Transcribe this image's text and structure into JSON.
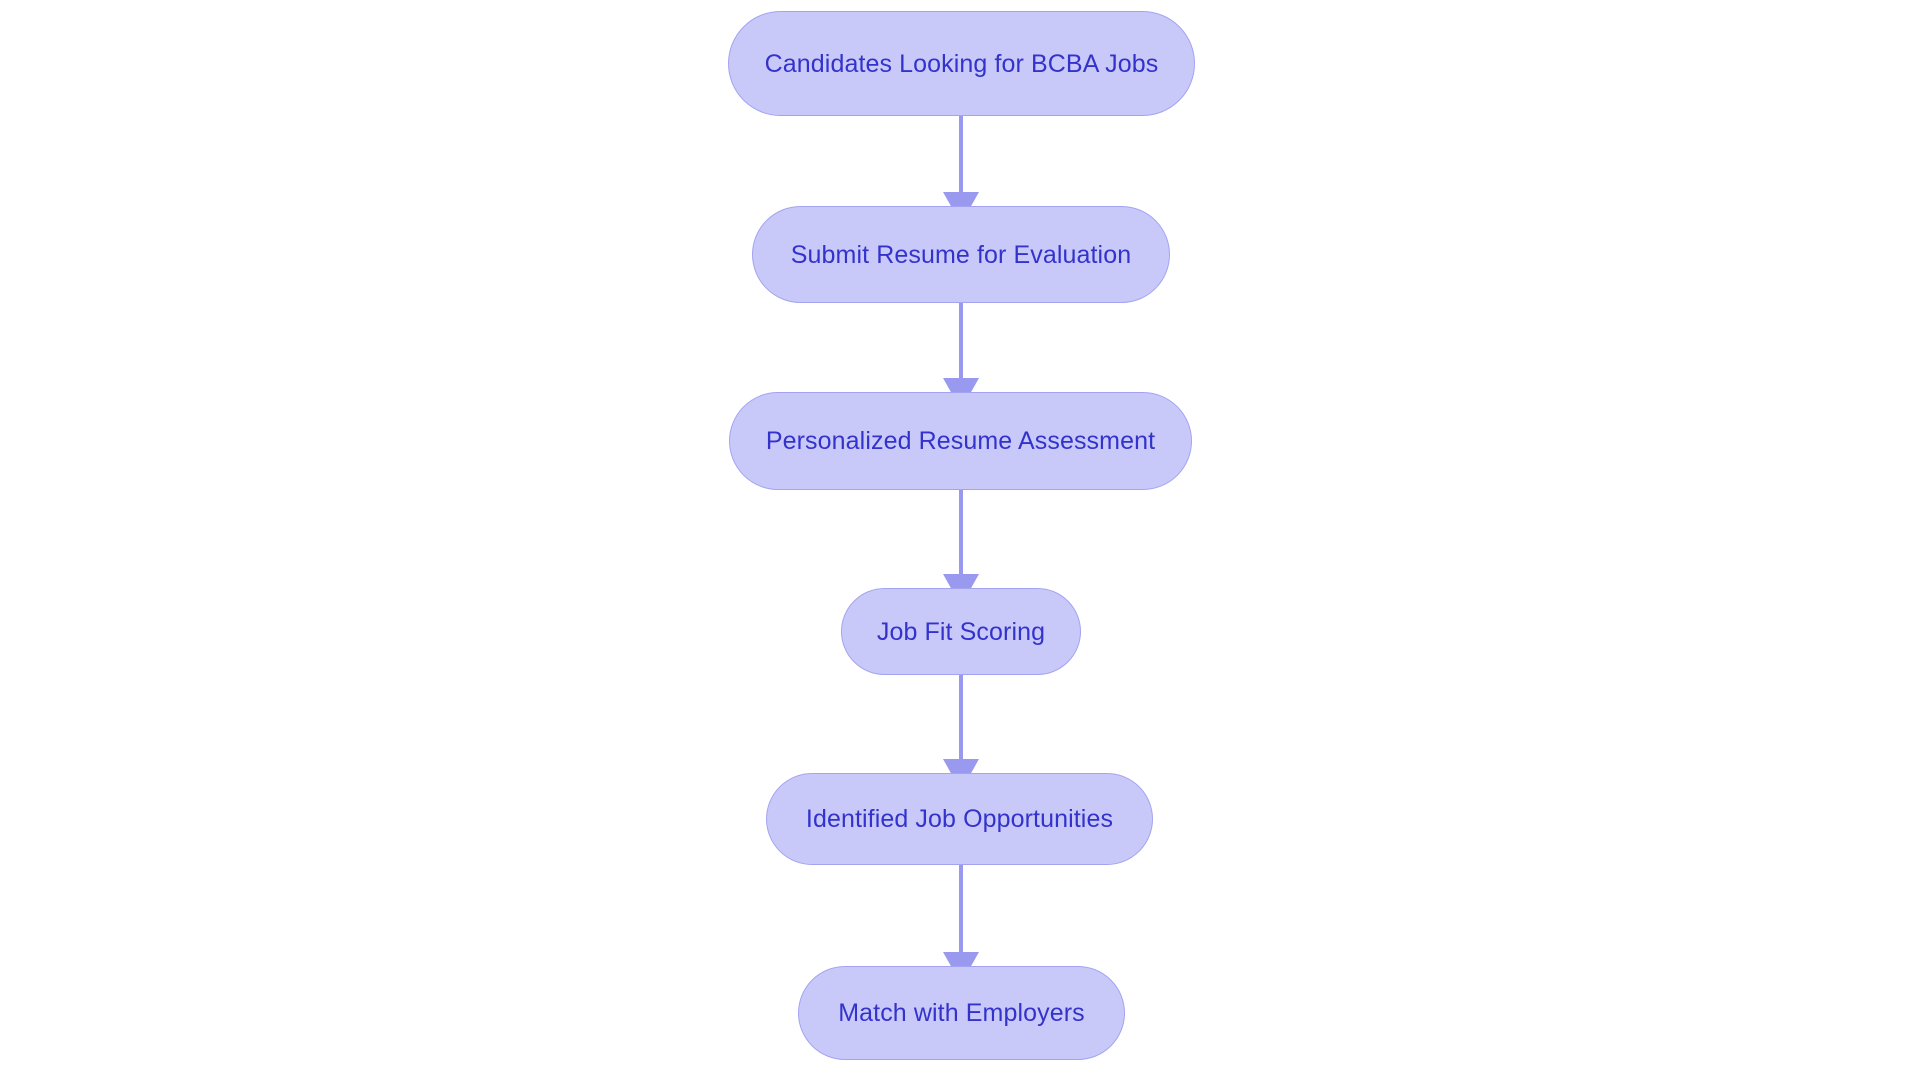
{
  "diagram": {
    "type": "flowchart",
    "orientation": "top-to-bottom",
    "background_color": "#ffffff",
    "node_fill_color": "#c9c9f9",
    "node_border_color": "#a3a3f2",
    "node_text_color": "#3333cc",
    "edge_color": "#9999f0",
    "nodes": [
      {
        "id": "node-0",
        "label": "Candidates Looking for BCBA Jobs"
      },
      {
        "id": "node-1",
        "label": "Submit Resume for Evaluation"
      },
      {
        "id": "node-2",
        "label": "Personalized Resume Assessment"
      },
      {
        "id": "node-3",
        "label": "Job Fit Scoring"
      },
      {
        "id": "node-4",
        "label": "Identified Job Opportunities"
      },
      {
        "id": "node-5",
        "label": "Match with Employers"
      }
    ],
    "edges": [
      {
        "from": "node-0",
        "to": "node-1",
        "arrow": "down"
      },
      {
        "from": "node-1",
        "to": "node-2",
        "arrow": "down"
      },
      {
        "from": "node-2",
        "to": "node-3",
        "arrow": "down"
      },
      {
        "from": "node-3",
        "to": "node-4",
        "arrow": "down"
      },
      {
        "from": "node-4",
        "to": "node-5",
        "arrow": "down"
      }
    ]
  }
}
